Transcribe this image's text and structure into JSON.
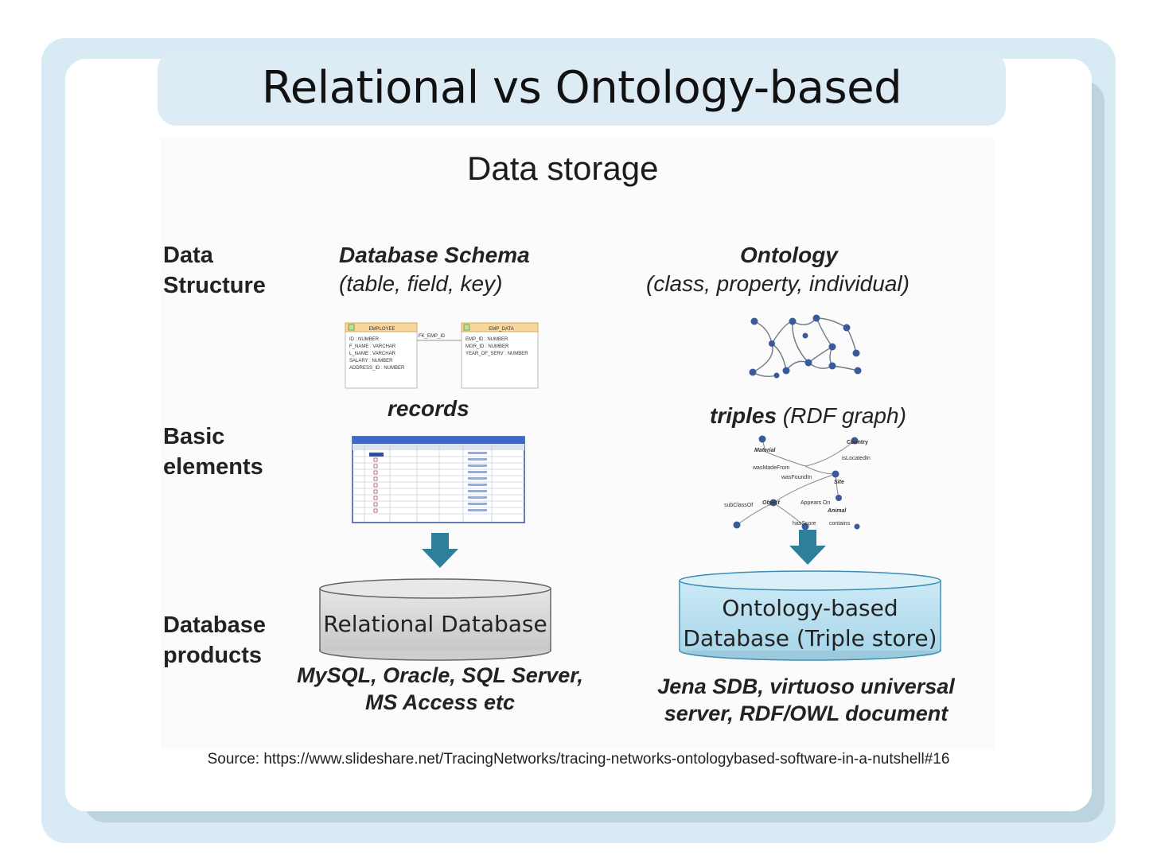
{
  "title": "Relational vs Ontology-based database",
  "diagram": {
    "heading": "Data storage",
    "rows": {
      "data_structure": [
        "Data",
        "Structure"
      ],
      "basic_elements": [
        "Basic",
        "elements"
      ],
      "database_products": [
        "Database",
        "products"
      ]
    },
    "relational": {
      "schema_title": "Database Schema",
      "schema_sub": "(table, field, key)",
      "schema_tables": {
        "left_name": "EMPLOYEE",
        "left_fields": [
          "ID : NUMBER",
          "F_NAME : VARCHAR",
          "L_NAME : VARCHAR",
          "SALARY : NUMBER",
          "ADDRESS_ID : NUMBER"
        ],
        "link_label": "FK_EMP_ID",
        "right_name": "EMP_DATA",
        "right_fields": [
          "EMP_ID : NUMBER",
          "MGR_ID : NUMBER",
          "YEAR_OF_SERV : NUMBER"
        ]
      },
      "records_label": "records",
      "db_name": "Relational Database",
      "products": [
        "MySQL, Oracle, SQL Server,",
        "MS Access etc"
      ]
    },
    "ontology": {
      "title": "Ontology",
      "sub": "(class, property, individual)",
      "triples_bold": "triples",
      "triples_rest": " (RDF graph)",
      "rdf_labels": {
        "country": "Country",
        "material": "Material",
        "is_located_in": "isLocatedIn",
        "was_made_from": "wasMadeFrom",
        "was_found_in": "wasFoundIn",
        "site": "Site",
        "sub_class_of": "subClassOf",
        "object": "Object",
        "appears_on": "Appears On",
        "animal": "Animal",
        "has_score": "hasScore",
        "contains": "contains"
      },
      "db_name_lines": [
        "Ontology-based",
        "Database (Triple store)"
      ],
      "products": [
        "Jena SDB, virtuoso universal",
        "server, RDF/OWL document"
      ]
    }
  },
  "source": "Source: https://www.slideshare.net/TracingNetworks/tracing-networks-ontologybased-software-in-a-nutshell#16",
  "colors": {
    "frame": "#d8eaf4",
    "title_pill": "#dcebf4",
    "arrow": "#2e7f9c",
    "relational_cylinder": "#d6d6d6",
    "ontology_cylinder": "#bfe3f1",
    "graph_node": "#3a5a9a"
  }
}
